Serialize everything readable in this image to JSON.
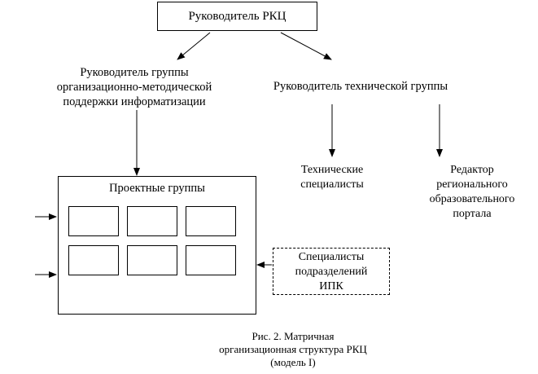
{
  "nodes": {
    "head": "Руководитель РКЦ",
    "org_group_head": [
      "Руководитель группы",
      "организационно-методической",
      "поддержки информатизации"
    ],
    "tech_group_head": "Руководитель технической группы",
    "tech_specialists": [
      "Технические",
      "специалисты"
    ],
    "portal_editor": [
      "Редактор",
      "регионального",
      "образовательного",
      "портала"
    ],
    "project_groups": "Проектные группы",
    "ipk_specialists": [
      "Специалисты",
      "подразделений",
      "ИПК"
    ]
  },
  "caption": [
    "Рис. 2. Матричная",
    "организационная структура РКЦ",
    "(модель I)"
  ]
}
